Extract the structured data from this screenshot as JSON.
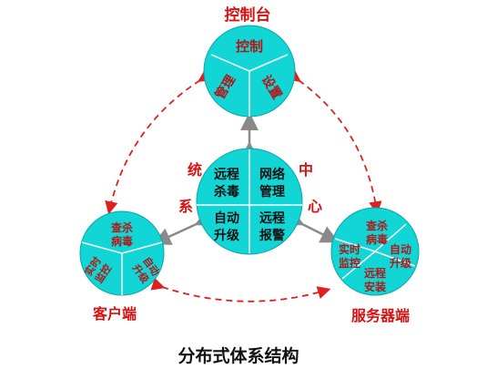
{
  "colors": {
    "node_fill": "#12d6d6",
    "node_stroke": "#0aa4a4",
    "divider": "#ffffff",
    "red_text": "#d81010",
    "dark_red_text": "#b01818",
    "dashed_arrow": "#e02020",
    "solid_arrow": "#8a8a8a"
  },
  "nodes": {
    "console": {
      "label": "控制台",
      "segments": [
        "控制",
        "管理",
        "设置"
      ]
    },
    "client": {
      "label": "客户端",
      "segments": [
        "查杀\n病毒",
        "实时\n监控",
        "自动\n升级"
      ]
    },
    "server": {
      "label": "服务器端",
      "segments": [
        "查杀\n病毒",
        "实时\n监控",
        "自动\n升级",
        "远程\n安装"
      ]
    },
    "center": {
      "side_chars": [
        "统",
        "中",
        "系",
        "心"
      ],
      "quadrants": [
        "远程\n杀毒",
        "网络\n管理",
        "自动\n升级",
        "远程\n报警"
      ]
    }
  },
  "caption": "分布式体系结构"
}
